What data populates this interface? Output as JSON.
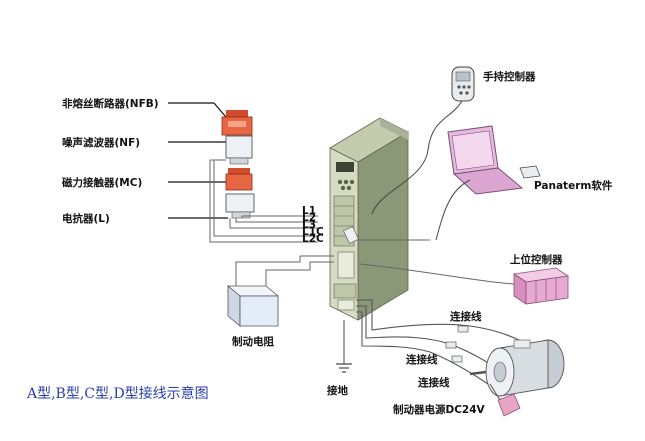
{
  "labels": {
    "nfb": "非熔丝断路器(NFB)",
    "nf": "噪声滤波器(NF)",
    "mc": "磁力接触器(MC)",
    "reactor": "电抗器(L)",
    "handheld": "手持控制器",
    "panaterm": "Panaterm软件",
    "upper_controller": "上位控制器",
    "brake_resistor": "制动电阻",
    "ground": "接地",
    "cable_top": "连接线",
    "cable_mid": "连接线",
    "cable_bottom": "连接线",
    "brake_power": "制动器电源DC24V"
  },
  "terminals": [
    "L1",
    "L2",
    "L3",
    "L1C",
    "L2C"
  ],
  "caption": "A型,B型,C型,D型接线示意图",
  "colors": {
    "drive_body": "#d6dcc4",
    "drive_dark": "#7f8a6c",
    "red_part": "#e05a3a",
    "laptop": "#e7b9df",
    "laptop_frame": "#7b4f78",
    "upper_ctrl": "#e6a9d2",
    "resistor": "#e4ecfa",
    "motor": "#d8dde2",
    "brake_box": "#e8a4c4",
    "caption": "#2a3fae"
  }
}
